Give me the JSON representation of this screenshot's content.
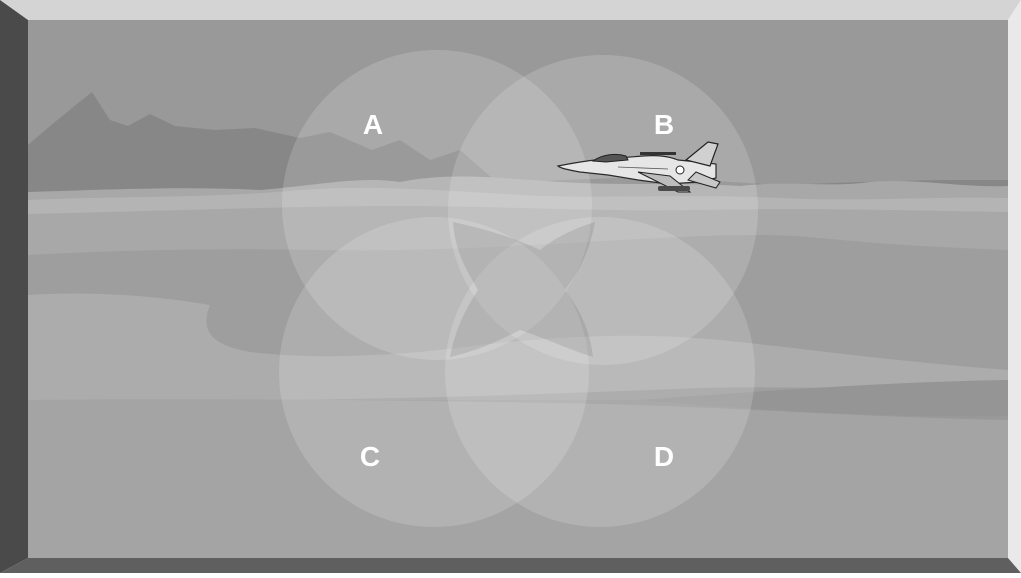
{
  "diagram": {
    "type": "venn",
    "set_count": 4,
    "labels": [
      "A",
      "B",
      "C",
      "D"
    ],
    "background_scene": "desert-landscape",
    "aircraft_icon": "fighter-jet-icon",
    "colors": {
      "frame_top": "#d4d4d4",
      "frame_left": "#4a4a4a",
      "frame_right": "#e9e9e9",
      "frame_bottom": "#5f5f5f",
      "sky": "#999999",
      "label": "#ffffff"
    }
  }
}
